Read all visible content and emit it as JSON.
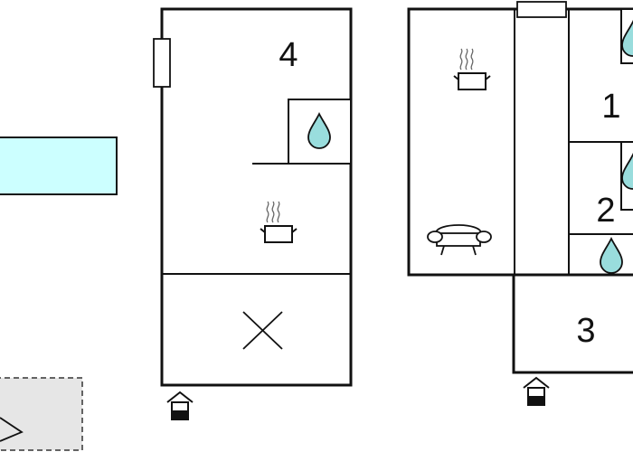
{
  "rooms": [
    {
      "id": "room-4",
      "number": "4"
    },
    {
      "id": "room-1",
      "number": "1"
    },
    {
      "id": "room-2",
      "number": "2"
    },
    {
      "id": "room-3",
      "number": "3"
    }
  ],
  "icons": {
    "kitchen": "cooking-pot-icon",
    "water": "water-drop-icon",
    "living": "sofa-icon",
    "entrance": "entrance-arrow-icon",
    "bed": "bed-cross-icon",
    "terrace": "terrace-hatched-area"
  },
  "colors": {
    "wall": "#111111",
    "pool": "#ccffff",
    "water_drop": "#99dddd",
    "terrace": "#e6e6e6"
  }
}
